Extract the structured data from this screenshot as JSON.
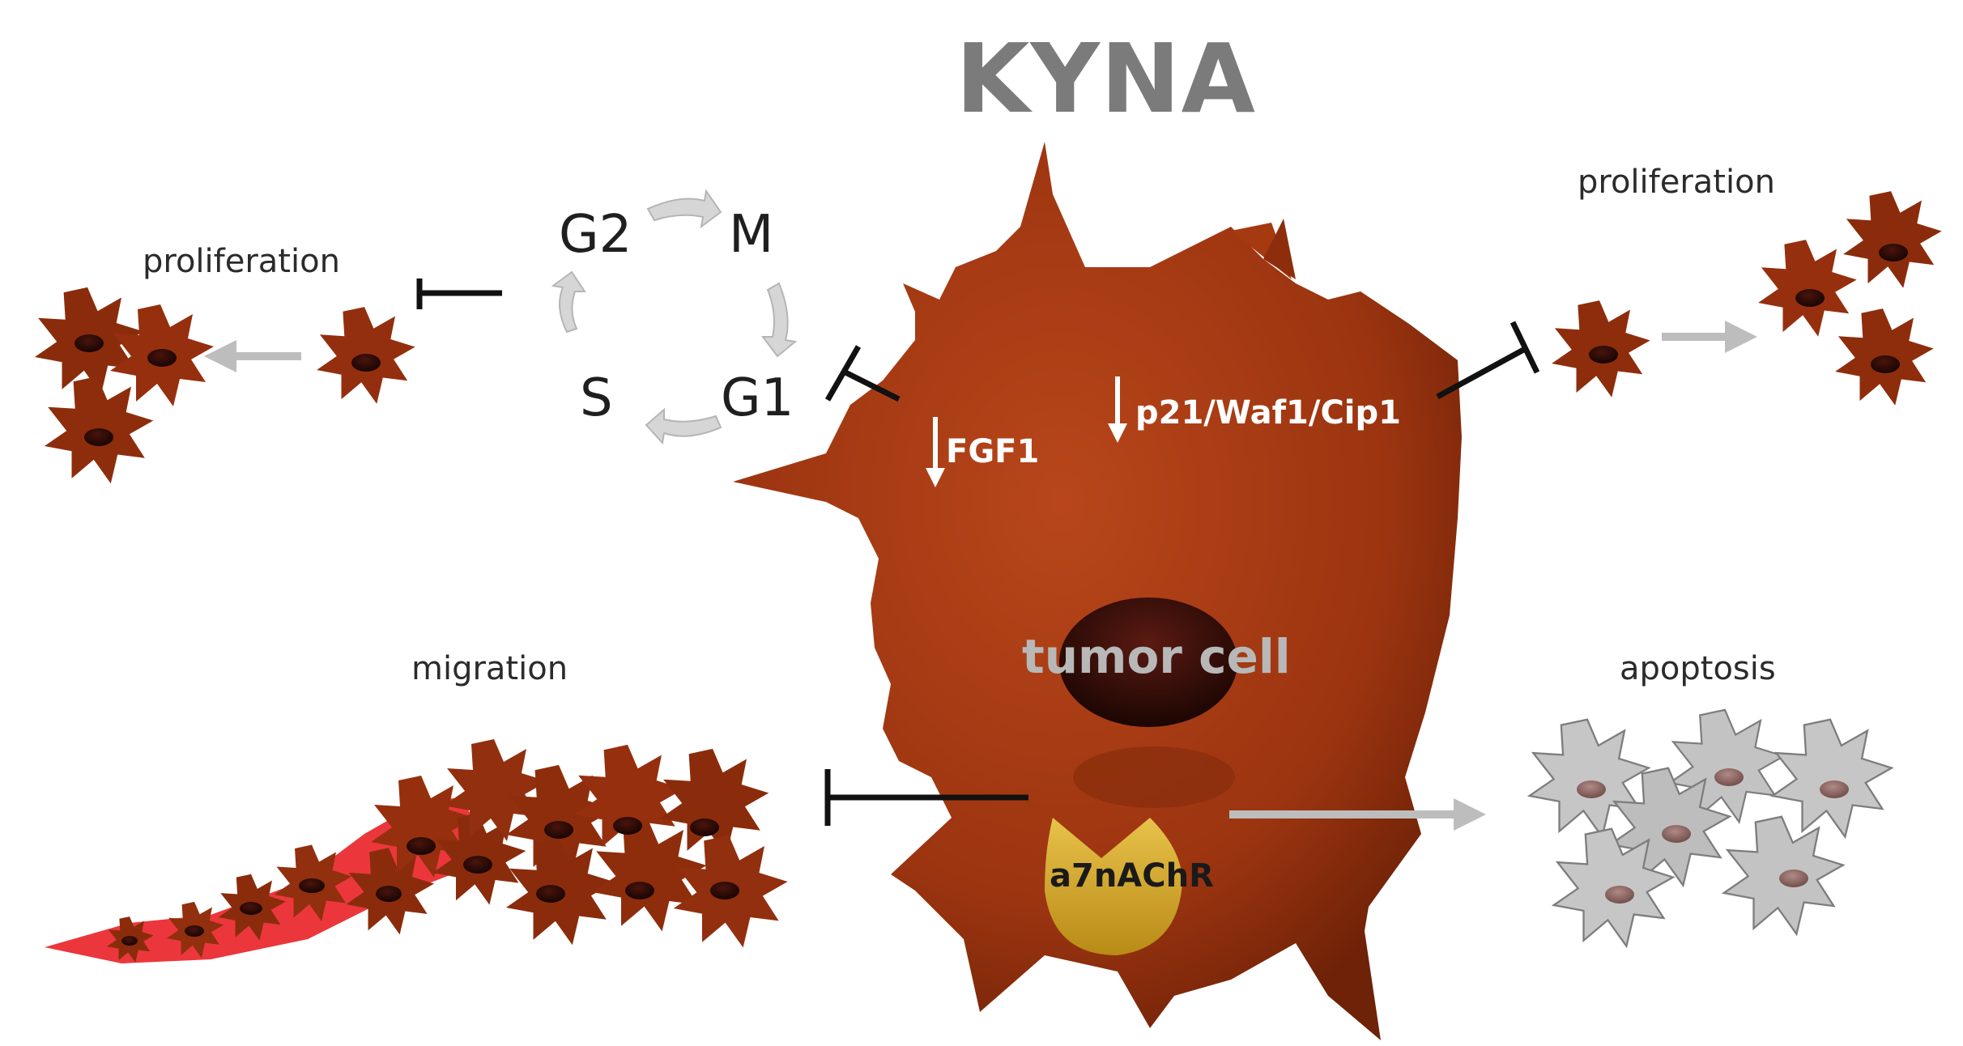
{
  "title": "KYNA",
  "labels": {
    "proliferation_left": "proliferation",
    "proliferation_right": "proliferation",
    "migration": "migration",
    "apoptosis": "apoptosis",
    "tumor_cell": "tumor cell",
    "receptor": "a7nAChR",
    "fgf1": "FGF1",
    "p21": "p21/Waf1/Cip1"
  },
  "cell_cycle": {
    "g2": "G2",
    "m": "M",
    "g1": "G1",
    "s": "S"
  },
  "colors": {
    "cell_body": "#a33b12",
    "cell_dark": "#6e2207",
    "nucleus": "#2a0a06",
    "receptor": "#d9b02e",
    "inhibition": "#111111",
    "arrow_grey": "#bdbdbd",
    "apoptotic_cell": "#c4c4c4",
    "migration_trail": "#e8141a",
    "title": "#7b7b7b"
  },
  "icons": [
    "down-arrow-icon",
    "inhibition-bar-icon",
    "cycle-arrow-icon"
  ]
}
